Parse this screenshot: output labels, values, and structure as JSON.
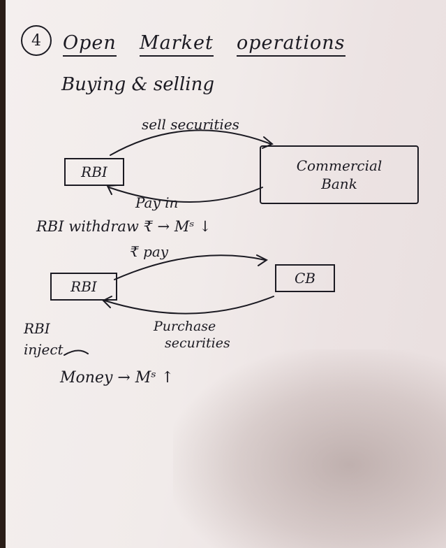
{
  "heading": {
    "number": "4",
    "title_words": [
      "Open",
      "Market",
      "operations"
    ],
    "subtitle": "Buying & selling"
  },
  "diagram_sell": {
    "top_label": "sell securities",
    "left_box": "RBI",
    "right_box_line1": "Commercial",
    "right_box_line2": "Bank",
    "bottom_label": "Pay in",
    "result": "RBI withdraw ₹ → Mˢ ↓"
  },
  "diagram_buy": {
    "top_label": "₹ pay",
    "left_box": "RBI",
    "right_box": "CB",
    "bottom_label_line1": "Purchase",
    "bottom_label_line2": "securities",
    "result_line1": "RBI",
    "result_line2": "inject",
    "result_line3": "Money → Mˢ ↑"
  }
}
